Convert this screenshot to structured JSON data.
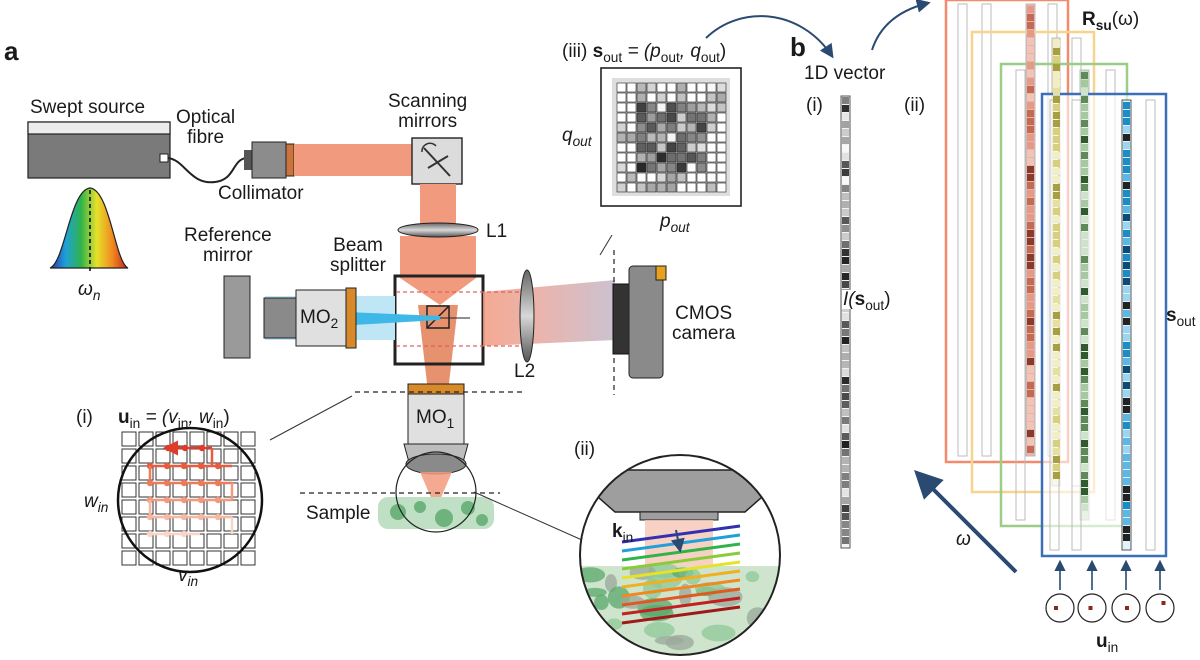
{
  "panels": {
    "a": "a",
    "b": "b"
  },
  "labels": {
    "swept_source": "Swept source",
    "optical_fibre": "Optical\nfibre",
    "collimator": "Collimator",
    "scanning_mirrors": "Scanning\nmirrors",
    "reference_mirror": "Reference\nmirror",
    "beam_splitter": "Beam\nsplitter",
    "mo2": "MO",
    "mo2_sub": "2",
    "mo1": "MO",
    "mo1_sub": "1",
    "l1": "L1",
    "l2": "L2",
    "cmos_camera": "CMOS\ncamera",
    "sample": "Sample",
    "omega_n": "ω",
    "omega_n_sub": "n",
    "omega": "ω"
  },
  "inset_iii": {
    "tag": "(iii)",
    "eq_vec": "s",
    "eq_vec_sub": "out",
    "eq_rhs_1": " = (p",
    "eq_rhs_sub1": "out",
    "eq_rhs_2": ", q",
    "eq_rhs_sub2": "out",
    "eq_rhs_3": ")",
    "q_axis": "q",
    "q_axis_sub": "out",
    "p_axis": "p",
    "p_axis_sub": "out"
  },
  "inset_i": {
    "tag": "(i)",
    "eq_vec": "u",
    "eq_vec_sub": "in",
    "eq_rhs_1": " = (v",
    "eq_rhs_sub1": "in",
    "eq_rhs_2": ", w",
    "eq_rhs_sub2": "in",
    "eq_rhs_3": ")",
    "w_axis": "w",
    "w_axis_sub": "in",
    "v_axis": "v",
    "v_axis_sub": "in"
  },
  "inset_ii": {
    "tag": "(ii)",
    "k": "k",
    "k_sub": "in"
  },
  "panel_b": {
    "vector_label": "1D vector",
    "i_tag": "(i)",
    "ii_tag": "(ii)",
    "intensity_1": "I(",
    "intensity_vec": "s",
    "intensity_sub": "out",
    "intensity_2": ")",
    "matrix_R": "R",
    "matrix_R_sub": "su",
    "matrix_R_arg": "(ω)",
    "s_out": "s",
    "s_out_sub": "out",
    "u_in": "u",
    "u_in_sub": "in"
  },
  "colors": {
    "beam": "#f29a7e",
    "reference_beam": "#3fb8e8",
    "frame_orange": "#f28a6c",
    "frame_yellow": "#f7d48e",
    "frame_green": "#9ccc86",
    "frame_blue": "#3c6fba",
    "arrow": "#2a4a72",
    "camera": "#333333",
    "gray_box": "#8a8a8a"
  }
}
